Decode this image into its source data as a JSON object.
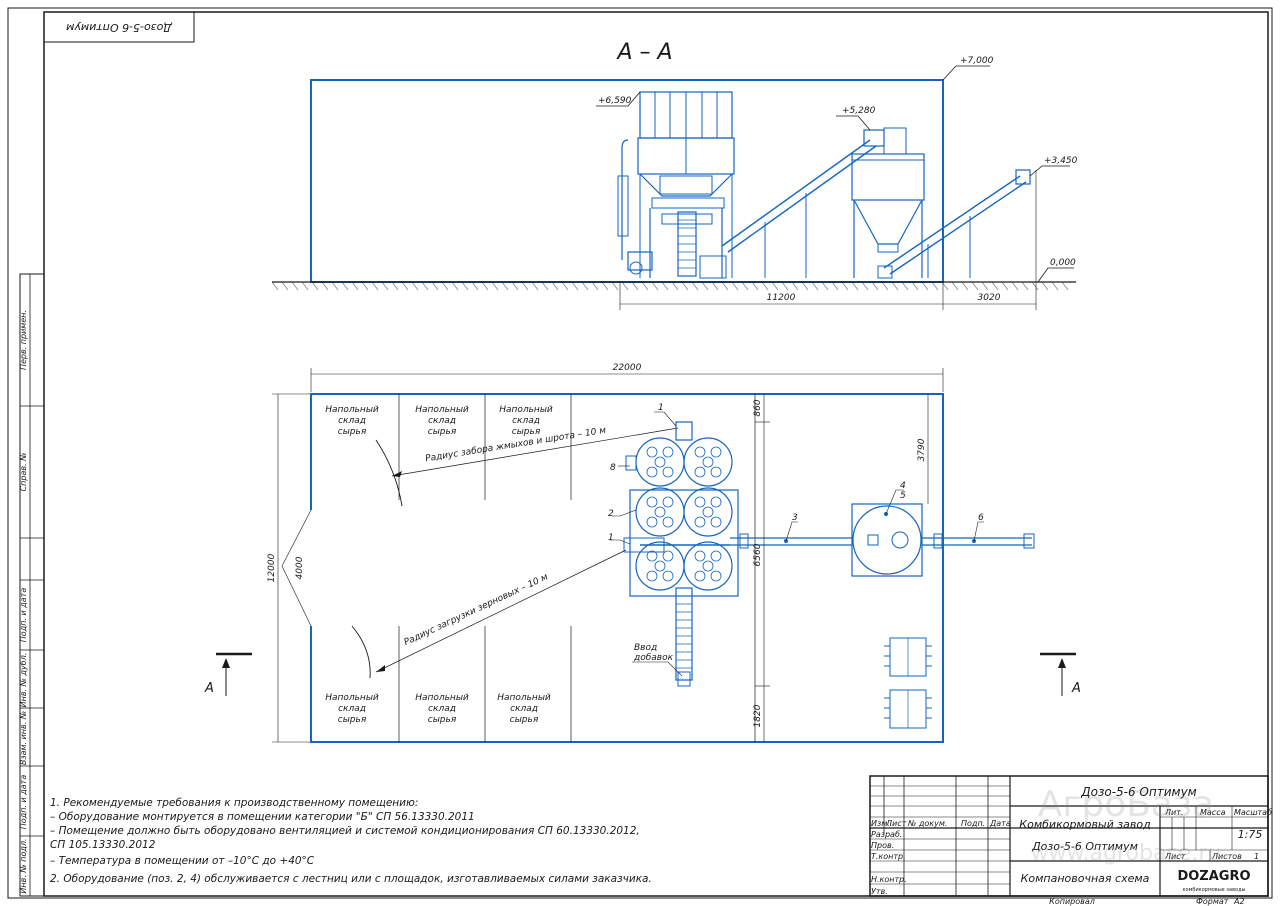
{
  "corner_stamp": "Дозо-5-6 Оптимум",
  "section_title": "А – А",
  "elevations": {
    "top": "+7,000",
    "silo": "+6,590",
    "conveyor1": "+5,280",
    "conveyor2": "+3,450",
    "floor": "0,000"
  },
  "section_dims": {
    "length": "11200",
    "tail": "3020"
  },
  "plan_dims": {
    "width": "22000",
    "height": "12000",
    "inner": "4000",
    "d860": "860",
    "d3790": "3790",
    "d6560": "6560",
    "d1820": "1820"
  },
  "storage_label": [
    "Напольный",
    "склад",
    "сырья"
  ],
  "radius_labels": {
    "top": "Радиус забора жмыхов и шрота – 10 м",
    "bottom": "Радиус загрузки зерновых – 10 м"
  },
  "positions": {
    "p1": "1",
    "p8": "8",
    "p2": "2",
    "p1b": "1",
    "p3": "3",
    "p4": "4",
    "p5": "5",
    "p6": "6"
  },
  "additive_input": [
    "Ввод",
    "добавок"
  ],
  "section_mark": "А",
  "side_strip": [
    "Перв. примен.",
    "Справ. №",
    "Подп. и дата",
    "Инв. № дубл.",
    "Взам. инв. №",
    "Подп. и дата",
    "Инв. № подл."
  ],
  "notes": [
    "1. Рекомендуемые требования к производственному помещению:",
    "– Оборудование монтируется в помещении категории \"Б\" СП 56.13330.2011",
    "– Помещение должно быть оборудовано вентиляцией и системой кондиционирования СП 60.13330.2012,",
    "  СП 105.13330.2012",
    "– Температура в помещении от –10°С до +40°С",
    "2. Оборудование (поз. 2, 4) обслуживается с лестниц или с площадок, изготавливаемых силами заказчика."
  ],
  "title_block": {
    "code": "Дозо-5-6 Оптимум",
    "h_izm": "Изм.",
    "h_list": "Лист",
    "h_doc": "№ докум.",
    "h_sign": "Подп.",
    "h_date": "Дата",
    "role1": "Разраб.",
    "role2": "Пров.",
    "role3": "Т.контр.",
    "role4": "Н.контр.",
    "role5": "Утв.",
    "name1": "Комбикормовый завод",
    "name2": "Дозо-5-6 Оптимум",
    "doc_title": "Компановочная схема",
    "lit": "Лит.",
    "mass": "Масса",
    "scale_h": "Масштаб",
    "scale": "1:75",
    "sheet": "Лист",
    "sheets": "Листов",
    "sheets_val": "1",
    "logo_main": "DOZAGRO",
    "logo_sub": "комбикормовые заводы",
    "copied": "Копировал",
    "format": "Формат",
    "format_val": "А2"
  },
  "watermark": {
    "line1": "АгроБаза",
    "line2": "www.agrobase.ru"
  }
}
